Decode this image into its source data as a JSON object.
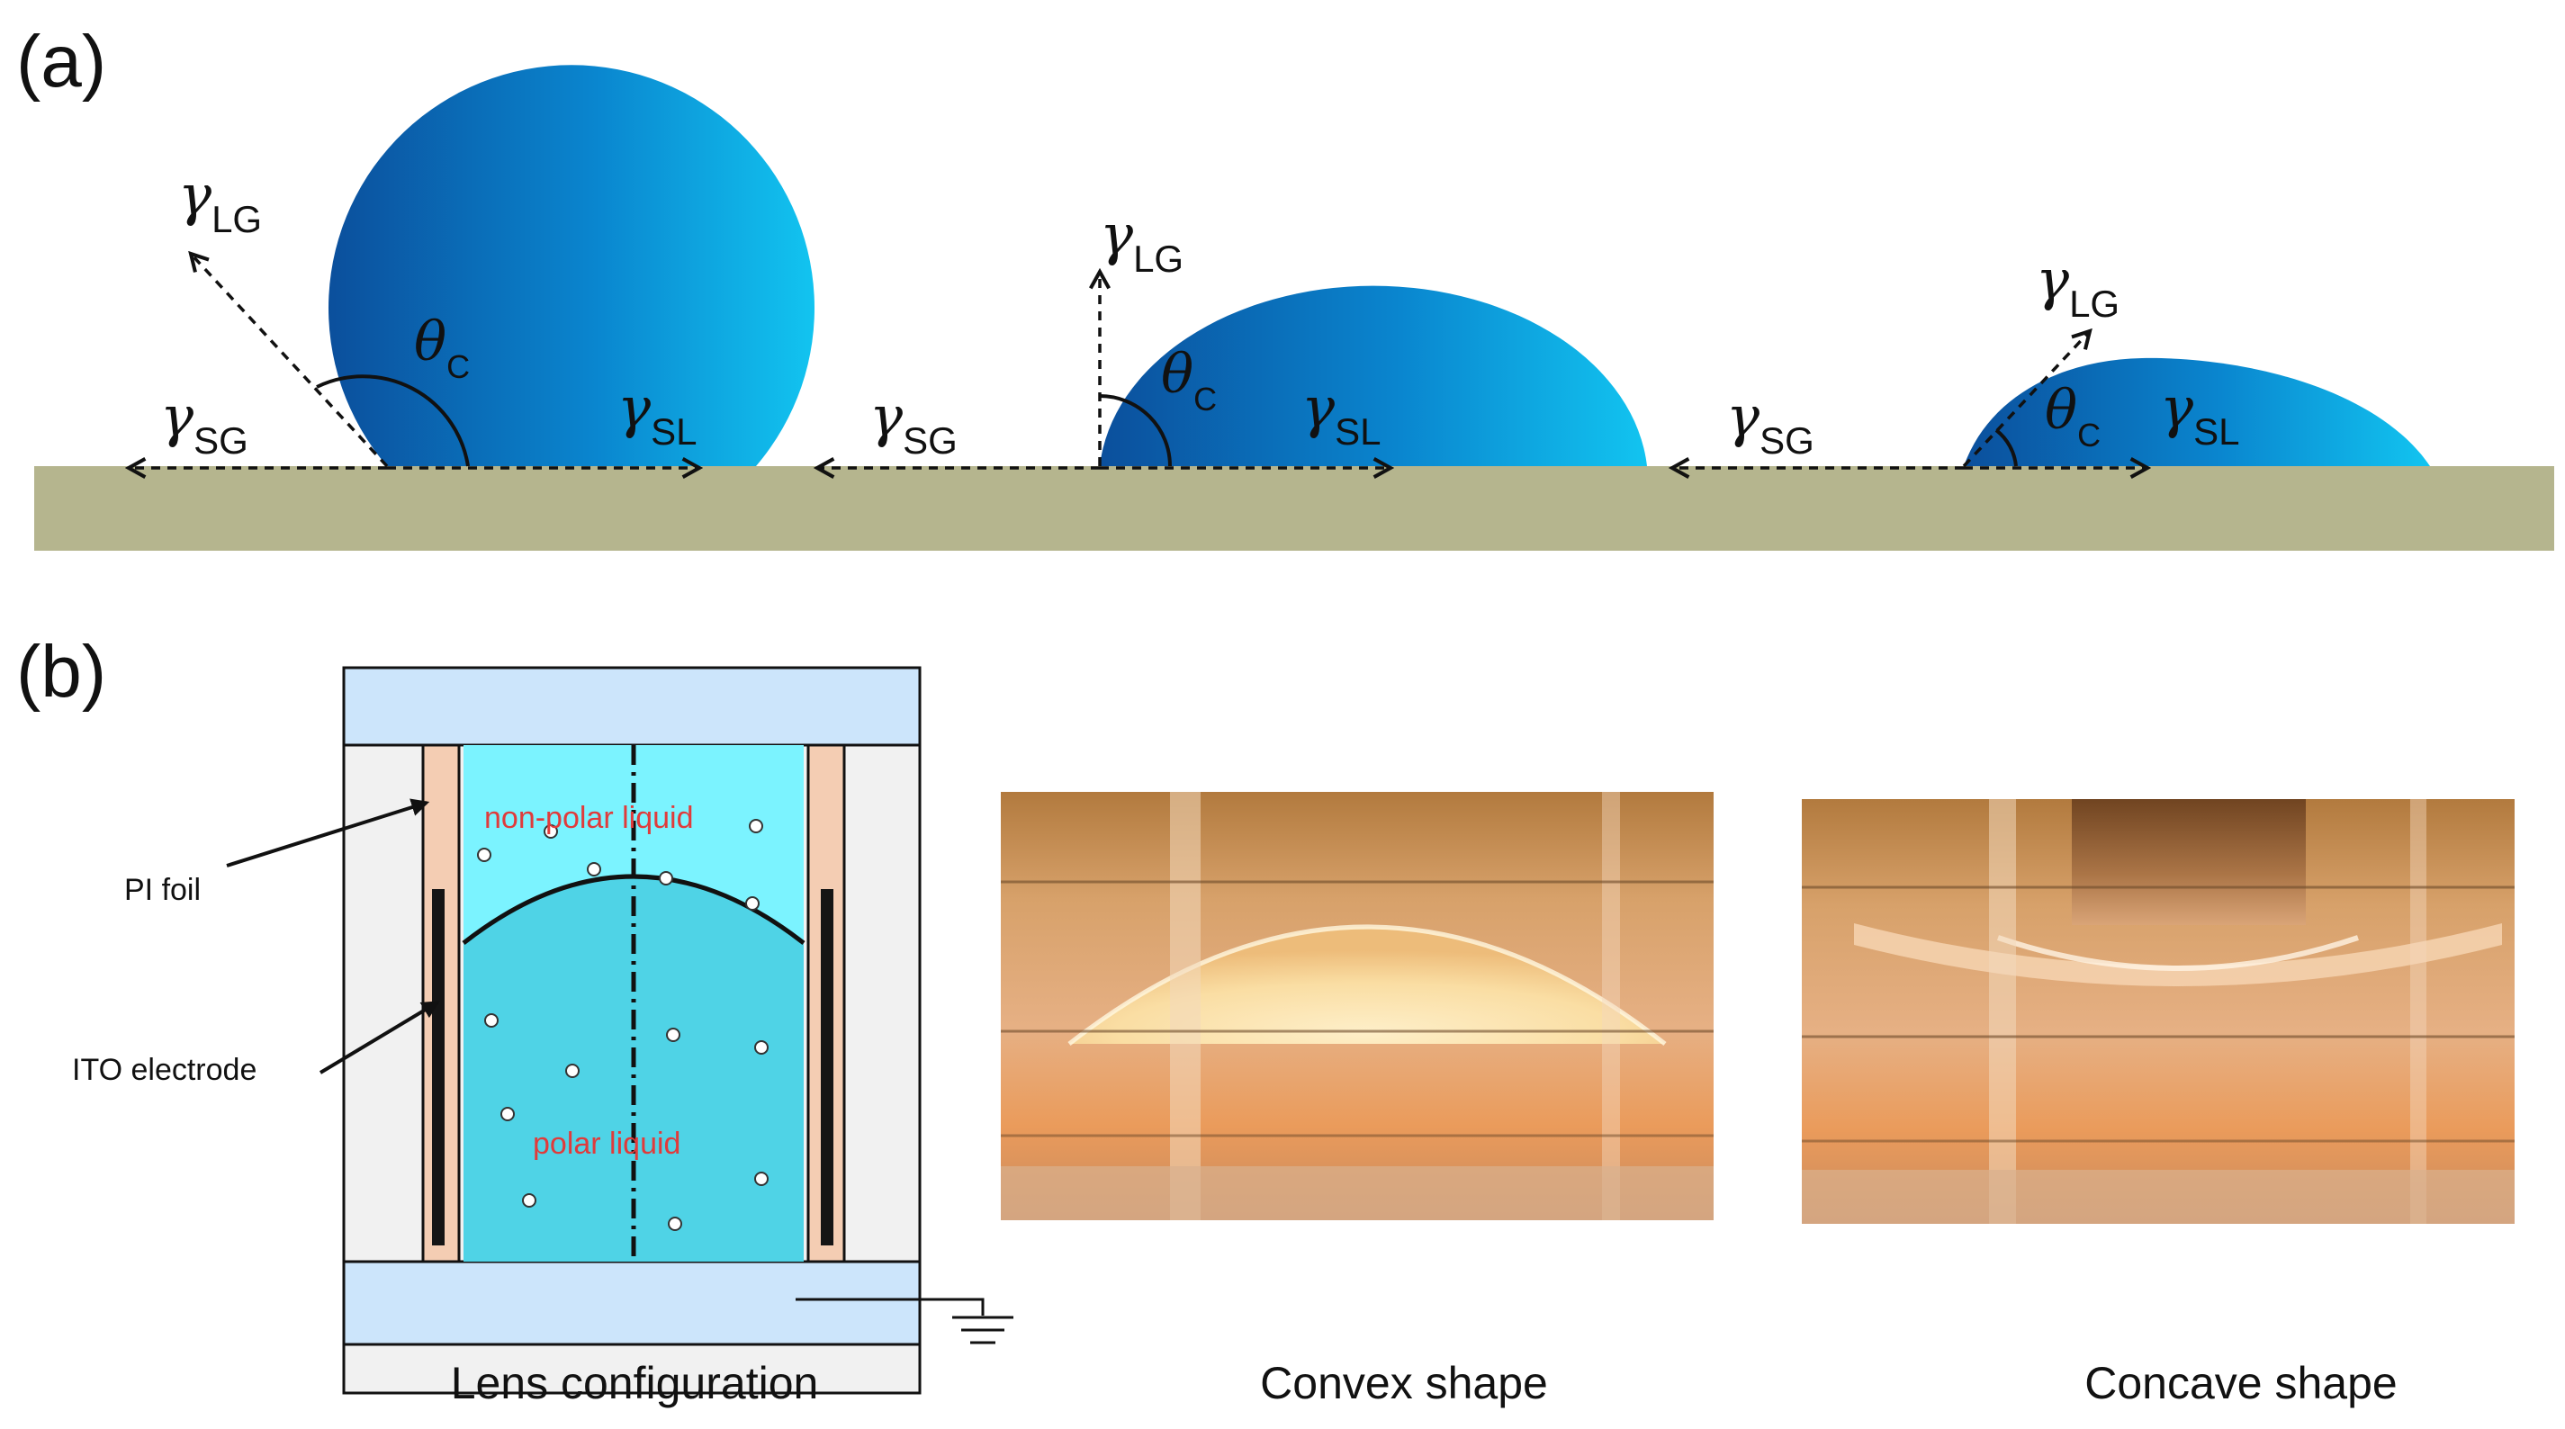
{
  "panel_a": {
    "label": "(a)",
    "drops": [
      {
        "lg": "LG",
        "sg": "SG",
        "sl": "SL",
        "theta": "C"
      },
      {
        "lg": "LG",
        "sg": "SG",
        "sl": "SL",
        "theta": "C"
      },
      {
        "lg": "LG",
        "sg": "SG",
        "sl": "SL",
        "theta": "C"
      }
    ],
    "gamma": "γ",
    "theta_symbol": "θ",
    "colors": {
      "substrate": "#b5b58e",
      "drop_dark": "#0b57a4",
      "drop_light": "#0fc0ee"
    }
  },
  "panel_b": {
    "label": "(b)",
    "pi_foil": "PI foil",
    "ito_electrode": "ITO electrode",
    "non_polar_liquid": "non-polar liquid",
    "polar_liquid": "polar liquid",
    "captions": {
      "lens": "Lens configuration",
      "convex": "Convex shape",
      "concave": "Concave shape"
    },
    "colors": {
      "window": "#cce5fb",
      "nonpolar": "#7bf3ff",
      "polar": "#4fd3e6",
      "foil": "#f4cdb3",
      "label": "#e03b3b"
    }
  }
}
